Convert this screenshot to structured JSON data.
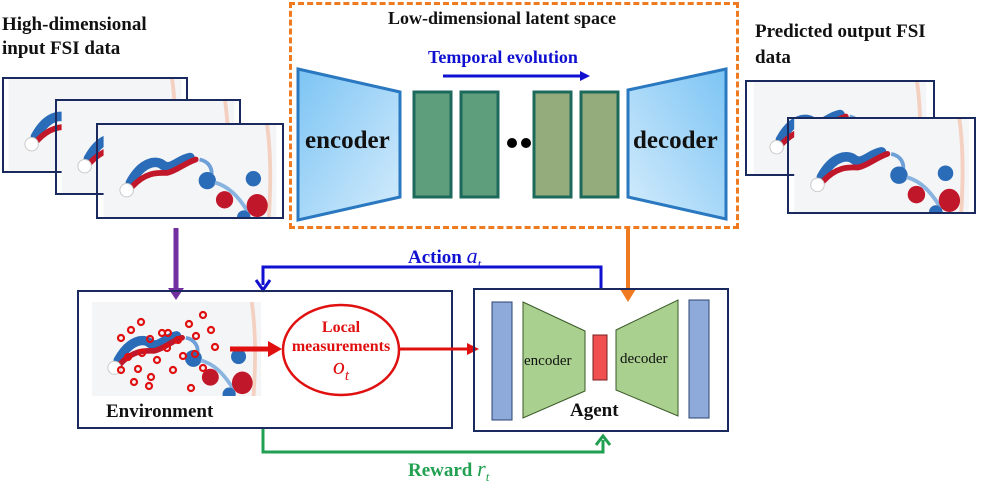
{
  "input_section": {
    "title_line1": "High-dimensional",
    "title_line2": "input FSI data"
  },
  "latent_section": {
    "title": "Low-dimensional latent space",
    "temporal_label": "Temporal evolution",
    "encoder_label": "encoder",
    "decoder_label": "decoder",
    "ellipsis": "••"
  },
  "output_section": {
    "title_line1": "Predicted output FSI",
    "title_line2": "data"
  },
  "environment": {
    "label": "Environment",
    "measurement_line1": "Local",
    "measurement_line2": "measurements",
    "measurement_symbol": "o",
    "measurement_sub": "t"
  },
  "agent": {
    "label": "Agent",
    "encoder_label": "encoder",
    "decoder_label": "decoder"
  },
  "action": {
    "label": "Action",
    "symbol": "a",
    "sub": "t"
  },
  "reward": {
    "label": "Reward",
    "symbol": "r",
    "sub": "t"
  },
  "colors": {
    "frame_border": "#1a2a5e",
    "latent_border": "#f07a20",
    "encoder_fill": "#a8d8f8",
    "encoder_stroke": "#2a78c0",
    "latent_green_dark": "#5e9e7c",
    "latent_green_light": "#94ac7c",
    "latent_green_stroke": "#1d6a5c",
    "action_blue": "#1010d0",
    "reward_green": "#20a050",
    "input_arrow_purple": "#7030a0",
    "measurement_red": "#e01010",
    "agent_green": "#a9d08e",
    "agent_blue": "#8eaadb",
    "agent_red": "#f05050",
    "vortex_red": "#c0182a",
    "vortex_blue": "#2a6cb8"
  }
}
